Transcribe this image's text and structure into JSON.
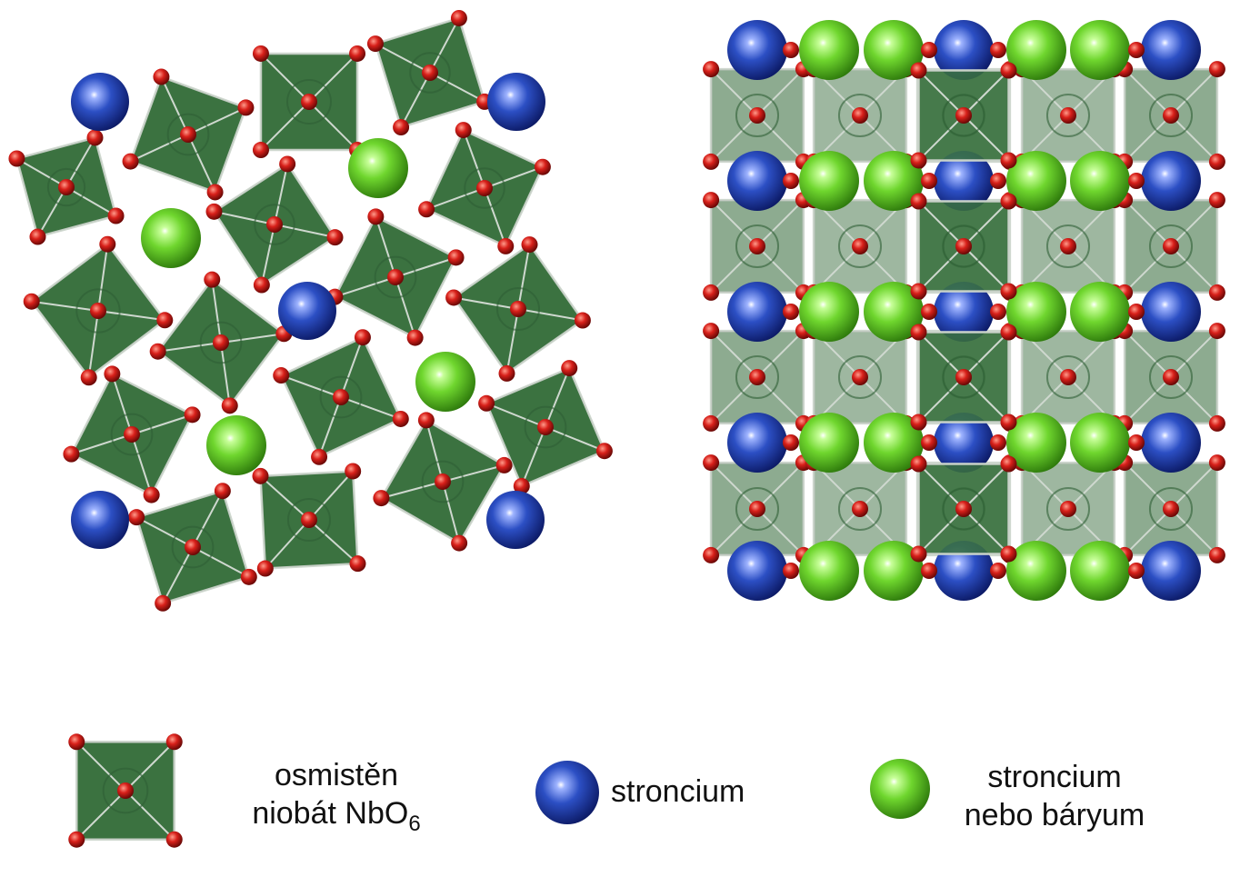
{
  "colors": {
    "octahedron_fill": "#3f7a45",
    "octahedron_edge": "#cfd8cf",
    "oxygen": "#d8201a",
    "strontium": "#2a48b8",
    "strontium_or_barium": "#6fd62e"
  },
  "legend": {
    "octahedron": {
      "line1": "osmistěn",
      "line2": "niobát NbO",
      "subscript": "6"
    },
    "strontium": {
      "label": "stroncium"
    },
    "strontium_or_barium": {
      "line1": "stroncium",
      "line2": "nebo báryum"
    }
  }
}
